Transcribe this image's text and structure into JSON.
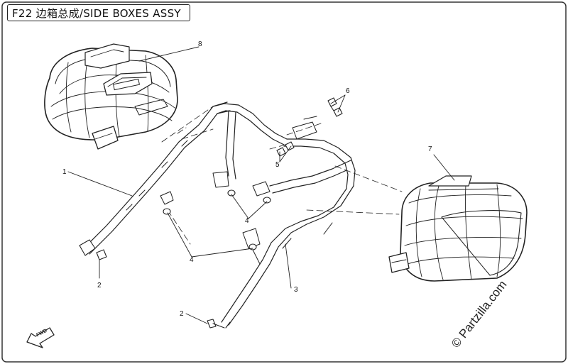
{
  "diagram": {
    "title": "F22 边箱总成/SIDE BOXES ASSY",
    "watermark": "© Partzilla.com",
    "direction_marker": "FWD",
    "callouts": [
      {
        "id": "c1",
        "label": "1"
      },
      {
        "id": "c2a",
        "label": "2"
      },
      {
        "id": "c2b",
        "label": "2"
      },
      {
        "id": "c3",
        "label": "3"
      },
      {
        "id": "c4a",
        "label": "4"
      },
      {
        "id": "c4b",
        "label": "4"
      },
      {
        "id": "c5",
        "label": "5"
      },
      {
        "id": "c6",
        "label": "6"
      },
      {
        "id": "c7",
        "label": "7"
      },
      {
        "id": "c8",
        "label": "8"
      }
    ]
  }
}
